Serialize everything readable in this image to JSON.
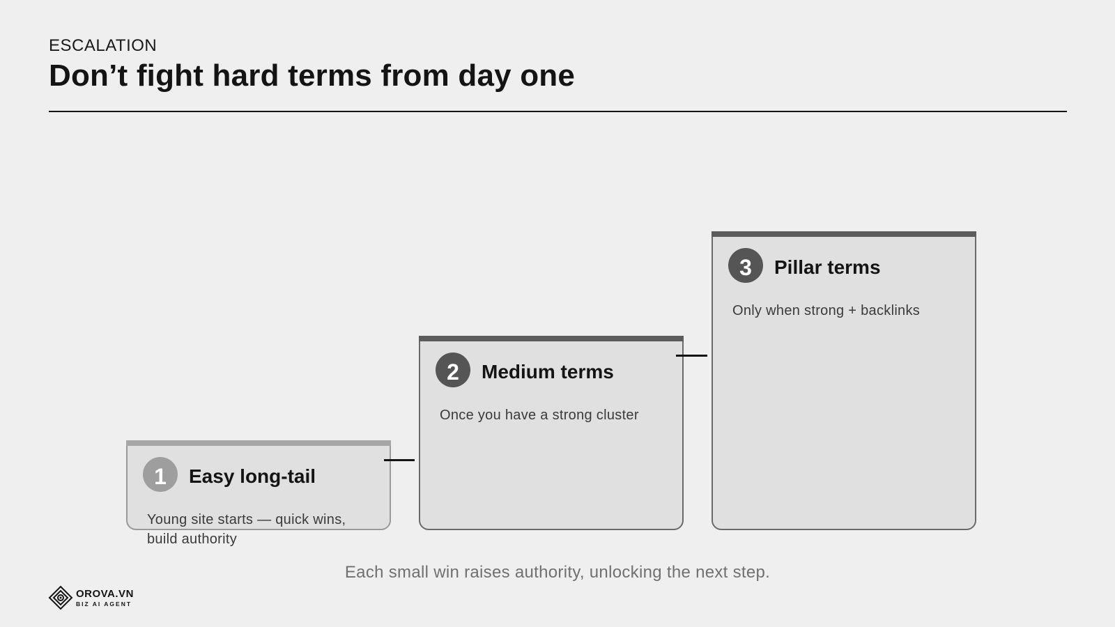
{
  "header": {
    "eyebrow": "ESCALATION",
    "title": "Don’t fight hard terms from day one"
  },
  "steps": [
    {
      "number": "1",
      "title": "Easy long-tail",
      "description": "Young site starts — quick wins, build authority"
    },
    {
      "number": "2",
      "title": "Medium terms",
      "description": "Once you have a strong cluster"
    },
    {
      "number": "3",
      "title": "Pillar terms",
      "description": "Only when strong + backlinks"
    }
  ],
  "caption": "Each small win raises authority, unlocking the next step.",
  "brand": {
    "name": "OROVA.VN",
    "tagline": "BIZ AI AGENT"
  },
  "colors": {
    "background": "#efefef",
    "card": "#e0e0e0",
    "accent_light": "#a6a6a6",
    "accent_dark": "#5c5c5c",
    "text": "#141414"
  }
}
